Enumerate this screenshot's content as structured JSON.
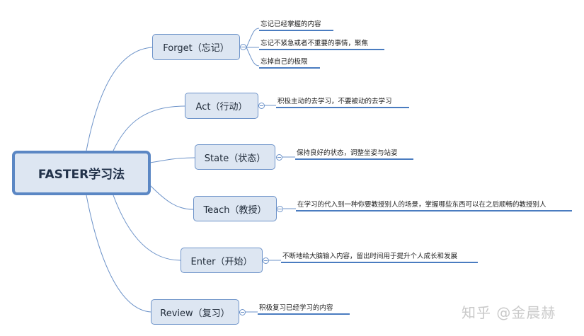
{
  "root": {
    "label": "FASTER学习法"
  },
  "branches": [
    {
      "id": "forget",
      "label": "Forget（忘记）",
      "details": [
        "忘记已经掌握的内容",
        "忘记不紧急或者不重要的事情，聚焦",
        "忘掉自己的极限"
      ]
    },
    {
      "id": "act",
      "label": "Act（行动）",
      "details": [
        "积极主动的去学习，不要被动的去学习"
      ]
    },
    {
      "id": "state",
      "label": "State（状态）",
      "details": [
        "保持良好的状态，调整坐姿与站姿"
      ]
    },
    {
      "id": "teach",
      "label": "Teach（教授）",
      "details": [
        "在学习的代入到一种你要教授别人的场景，掌握哪些东西可以在之后顺畅的教授别人"
      ]
    },
    {
      "id": "enter",
      "label": "Enter（开始）",
      "details": [
        "不断地给大脑输入内容，留出时间用于提升个人成长和发展"
      ]
    },
    {
      "id": "review",
      "label": "Review（复习）",
      "details": [
        "积极复习已经学习的内容"
      ]
    }
  ],
  "watermark": "知乎 @金晨赫",
  "colors": {
    "node_fill": "#dde6f2",
    "node_border": "#6d93c9",
    "root_border": "#5b87c4",
    "leaf_underline": "#4a7cc0"
  }
}
